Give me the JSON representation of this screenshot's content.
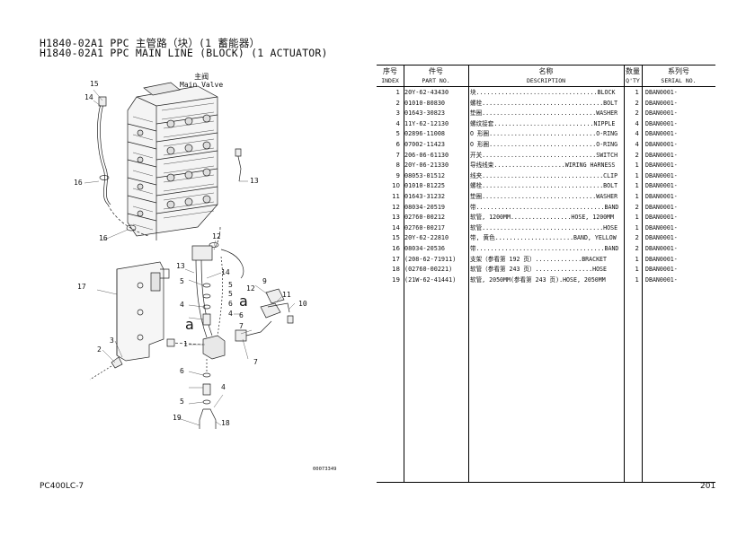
{
  "title": {
    "cn": "H1840-02A1 PPC 主管路（块）(1 蓄能器）",
    "en": "H1840-02A1 PPC MAIN LINE (BLOCK) (1 ACTUATOR)"
  },
  "diagram": {
    "main_valve_cn": "主阀",
    "main_valve_en": "Main Valve",
    "drawing_number": "00073349",
    "callouts": [
      "15",
      "14",
      "16",
      "13",
      "16",
      "12",
      "17",
      "13",
      "14",
      "5",
      "4",
      "a",
      "3",
      "2",
      "1",
      "6",
      "4",
      "5",
      "19",
      "18",
      "5",
      "6",
      "4",
      "5",
      "a",
      "9",
      "12",
      "11",
      "10",
      "7",
      "6",
      "7"
    ]
  },
  "table": {
    "headers": {
      "index_cn": "序号",
      "index_en": "INDEX",
      "part_cn": "件号",
      "part_en": "PART NO.",
      "desc_cn": "名称",
      "desc_en": "DESCRIPTION",
      "qty_cn": "数量",
      "qty_en": "Q'TY",
      "serial_cn": "系列号",
      "serial_en": "SERIAL NO."
    },
    "rows": [
      {
        "index": "1",
        "part": "20Y-62-43430",
        "desc": "块..................................BLOCK",
        "qty": "1",
        "serial": "DBAN0001-"
      },
      {
        "index": "2",
        "part": "01010-80830",
        "desc": "螺栓..................................BOLT",
        "qty": "2",
        "serial": "DBAN0001-"
      },
      {
        "index": "3",
        "part": "01643-30823",
        "desc": "垫圈................................WASHER",
        "qty": "2",
        "serial": "DBAN0001-"
      },
      {
        "index": "4",
        "part": "11Y-62-12130",
        "desc": "螺纹接套............................NIPPLE",
        "qty": "4",
        "serial": "DBAN0001-"
      },
      {
        "index": "5",
        "part": "02896-11008",
        "desc": "O 形圈..............................O-RING",
        "qty": "4",
        "serial": "DBAN0001-"
      },
      {
        "index": "6",
        "part": "07002-11423",
        "desc": "O 形圈..............................O-RING",
        "qty": "4",
        "serial": "DBAN0001-"
      },
      {
        "index": "7",
        "part": "206-06-61130",
        "desc": "开关................................SWITCH",
        "qty": "2",
        "serial": "DBAN0001-"
      },
      {
        "index": "8",
        "part": "20Y-06-21330",
        "desc": "导线线束....................WIRING HARNESS",
        "qty": "1",
        "serial": "DBAN0001-"
      },
      {
        "index": "9",
        "part": "08053-01512",
        "desc": "线夹..................................CLIP",
        "qty": "1",
        "serial": "DBAN0001-"
      },
      {
        "index": "10",
        "part": "01010-81225",
        "desc": "螺栓..................................BOLT",
        "qty": "1",
        "serial": "DBAN0001-"
      },
      {
        "index": "11",
        "part": "01643-31232",
        "desc": "垫圈................................WASHER",
        "qty": "1",
        "serial": "DBAN0001-"
      },
      {
        "index": "12",
        "part": "08034-20519",
        "desc": "带....................................BAND",
        "qty": "2",
        "serial": "DBAN0001-"
      },
      {
        "index": "13",
        "part": "02760-00212",
        "desc": "软管, 1200MM.................HOSE, 1200MM",
        "qty": "1",
        "serial": "DBAN0001-"
      },
      {
        "index": "14",
        "part": "02760-00217",
        "desc": "软管..................................HOSE",
        "qty": "1",
        "serial": "DBAN0001-"
      },
      {
        "index": "15",
        "part": "20Y-62-22810",
        "desc": "带, 黄色......................BAND, YELLOW",
        "qty": "2",
        "serial": "DBAN0001-"
      },
      {
        "index": "16",
        "part": "08034-20536",
        "desc": "带....................................BAND",
        "qty": "2",
        "serial": "DBAN0001-"
      },
      {
        "index": "17",
        "part": "(208-62-71911)",
        "desc": "支架（参看第 192 页）.............BRACKET",
        "qty": "1",
        "serial": "DBAN0001-"
      },
      {
        "index": "18",
        "part": "(02760-00221)",
        "desc": "软管（参看第 243 页）................HOSE",
        "qty": "1",
        "serial": "DBAN0001-"
      },
      {
        "index": "19",
        "part": "(21W-62-41441)",
        "desc": "软管, 2050MM(参看第 243 页).HOSE, 2050MM",
        "qty": "1",
        "serial": "DBAN0001-"
      }
    ]
  },
  "footer": {
    "model": "PC400LC-7",
    "page": "201"
  }
}
